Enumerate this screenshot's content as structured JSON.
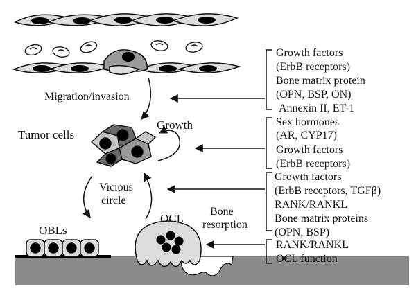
{
  "labels": {
    "migration": "Migration/invasion",
    "tumor_cells": "Tumor cells",
    "growth": "Growth",
    "vicious_1": "Vicious",
    "vicious_2": "circle",
    "obls": "OBLs",
    "ocl": "OCL",
    "bone_1": "Bone",
    "bone_2": "resorption"
  },
  "factor_groups": [
    {
      "lines": [
        "Growth factors",
        "(ErbB receptors)",
        "Bone matrix protein",
        "(OPN, BSP, ON)",
        "Annexin II, ET-1"
      ]
    },
    {
      "lines": [
        "Sex hormones",
        "(AR, CYP17)",
        "Growth factors",
        "(ErbB receptors)"
      ]
    },
    {
      "lines": [
        "Growth factors",
        "(ErbB receptors, TGFβ)",
        "RANK/RANKL",
        "Bone matrix proteins",
        "(OPN, BSP)"
      ]
    },
    {
      "lines": [
        "RANK/RANKL",
        "OCL function"
      ]
    }
  ],
  "colors": {
    "line": "#111111",
    "cell_fill": "#dcdcdc",
    "tumor_dark": "#6a6a6a",
    "tumor_mid": "#9a9a9a",
    "tumor_light": "#c8c8c8",
    "bone": "#8a8a8a",
    "nucleus": "#000000"
  }
}
